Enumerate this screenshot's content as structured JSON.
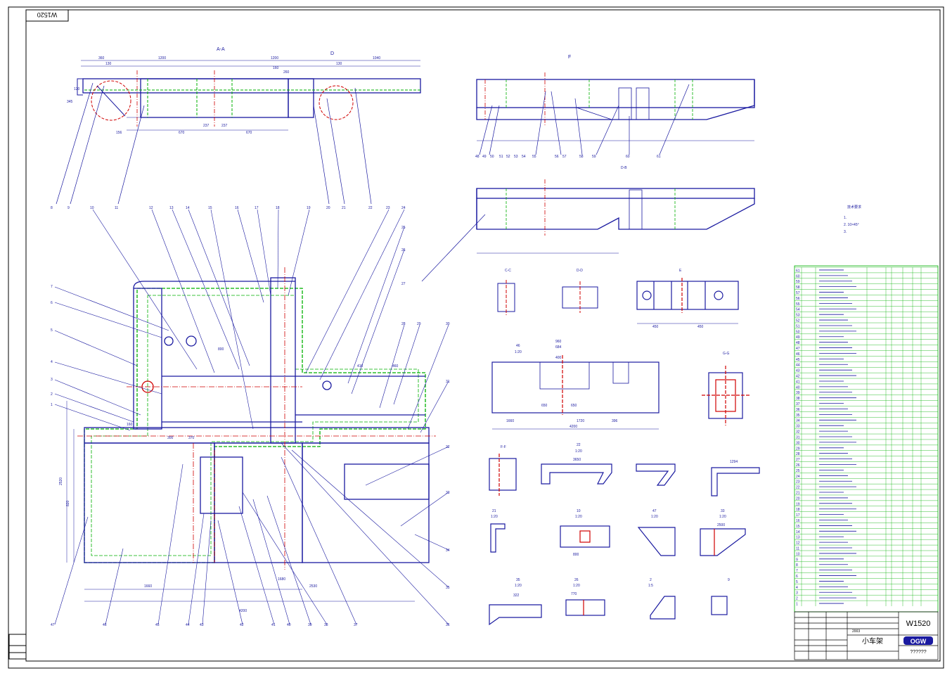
{
  "drawing": {
    "code_stamp": "W1520",
    "section_aa_label": "A-A",
    "section_d_label": "D",
    "section_f_label": "F",
    "section_db_label": "D-B",
    "section_cc_label": "C-C",
    "section_dd_label": "D-D",
    "view_e_label": "E",
    "section_gg_label": "G-G",
    "section_ff_label": "F-F",
    "notes": [
      "1. ",
      "2.  10×45°",
      "3. "
    ]
  },
  "dimensions_top": [
    "360",
    "1200",
    "1200",
    "1040",
    "130",
    "160",
    "260",
    "130",
    "670",
    "237",
    "237",
    "670",
    "345",
    "120",
    "156"
  ],
  "balloons_left": [
    "1",
    "2",
    "3",
    "4",
    "5",
    "6",
    "7",
    "8",
    "9",
    "10",
    "11",
    "12",
    "13",
    "14",
    "15",
    "16",
    "17",
    "18",
    "19",
    "20",
    "21",
    "22",
    "23",
    "24",
    "25",
    "26",
    "27",
    "28",
    "29",
    "30",
    "31",
    "32",
    "33",
    "34",
    "35",
    "36",
    "37",
    "38",
    "39",
    "40",
    "41",
    "42",
    "43",
    "44",
    "45",
    "46",
    "47"
  ],
  "balloons_right": [
    "48",
    "49",
    "50",
    "51",
    "52",
    "53",
    "54",
    "55",
    "56",
    "57",
    "58",
    "59",
    "60",
    "61"
  ],
  "plan_dims": [
    "4200",
    "1660",
    "2530",
    "1680",
    "820",
    "800",
    "2520",
    "160",
    "370",
    "300",
    "410",
    "460"
  ],
  "detail_dims": [
    "4200",
    "1660",
    "1720",
    "396",
    "650",
    "650",
    "960",
    "684",
    "400",
    "3650",
    "1294",
    "800",
    "2500",
    "322",
    "770",
    "450",
    "450"
  ],
  "part_details": [
    {
      "num": "46",
      "scale": "1:20"
    },
    {
      "num": "22",
      "scale": "1:20"
    },
    {
      "num": "21",
      "scale": "1:20"
    },
    {
      "num": "10",
      "scale": "1:20"
    },
    {
      "num": "47",
      "scale": "1:20"
    },
    {
      "num": "33",
      "scale": "1:20"
    },
    {
      "num": "35",
      "scale": "1:20"
    },
    {
      "num": "26",
      "scale": "1:20"
    },
    {
      "num": "2",
      "scale": "1:5"
    },
    {
      "num": "9",
      "scale": ""
    }
  ],
  "bom": {
    "row_numbers": [
      "61",
      "60",
      "59",
      "58",
      "57",
      "56",
      "55",
      "54",
      "53",
      "52",
      "51",
      "50",
      "49",
      "48",
      "47",
      "46",
      "45",
      "44",
      "43",
      "42",
      "41",
      "40",
      "39",
      "38",
      "37",
      "36",
      "35",
      "34",
      "33",
      "32",
      "31",
      "30",
      "29",
      "28",
      "27",
      "26",
      "25",
      "24",
      "23",
      "22",
      "21",
      "20",
      "19",
      "18",
      "17",
      "16",
      "15",
      "14",
      "13",
      "12",
      "11",
      "10",
      "9",
      "8",
      "7",
      "6",
      "5",
      "4",
      "3",
      "2",
      "1"
    ]
  },
  "title_block": {
    "drawing_number": "W1520",
    "part_name": "小车架",
    "logo": "OGW",
    "part_code": "??????",
    "year": "2003"
  },
  "colors": {
    "outline": "#1a1aa0",
    "green": "#00b000",
    "red": "#d00000",
    "border": "#000000"
  }
}
